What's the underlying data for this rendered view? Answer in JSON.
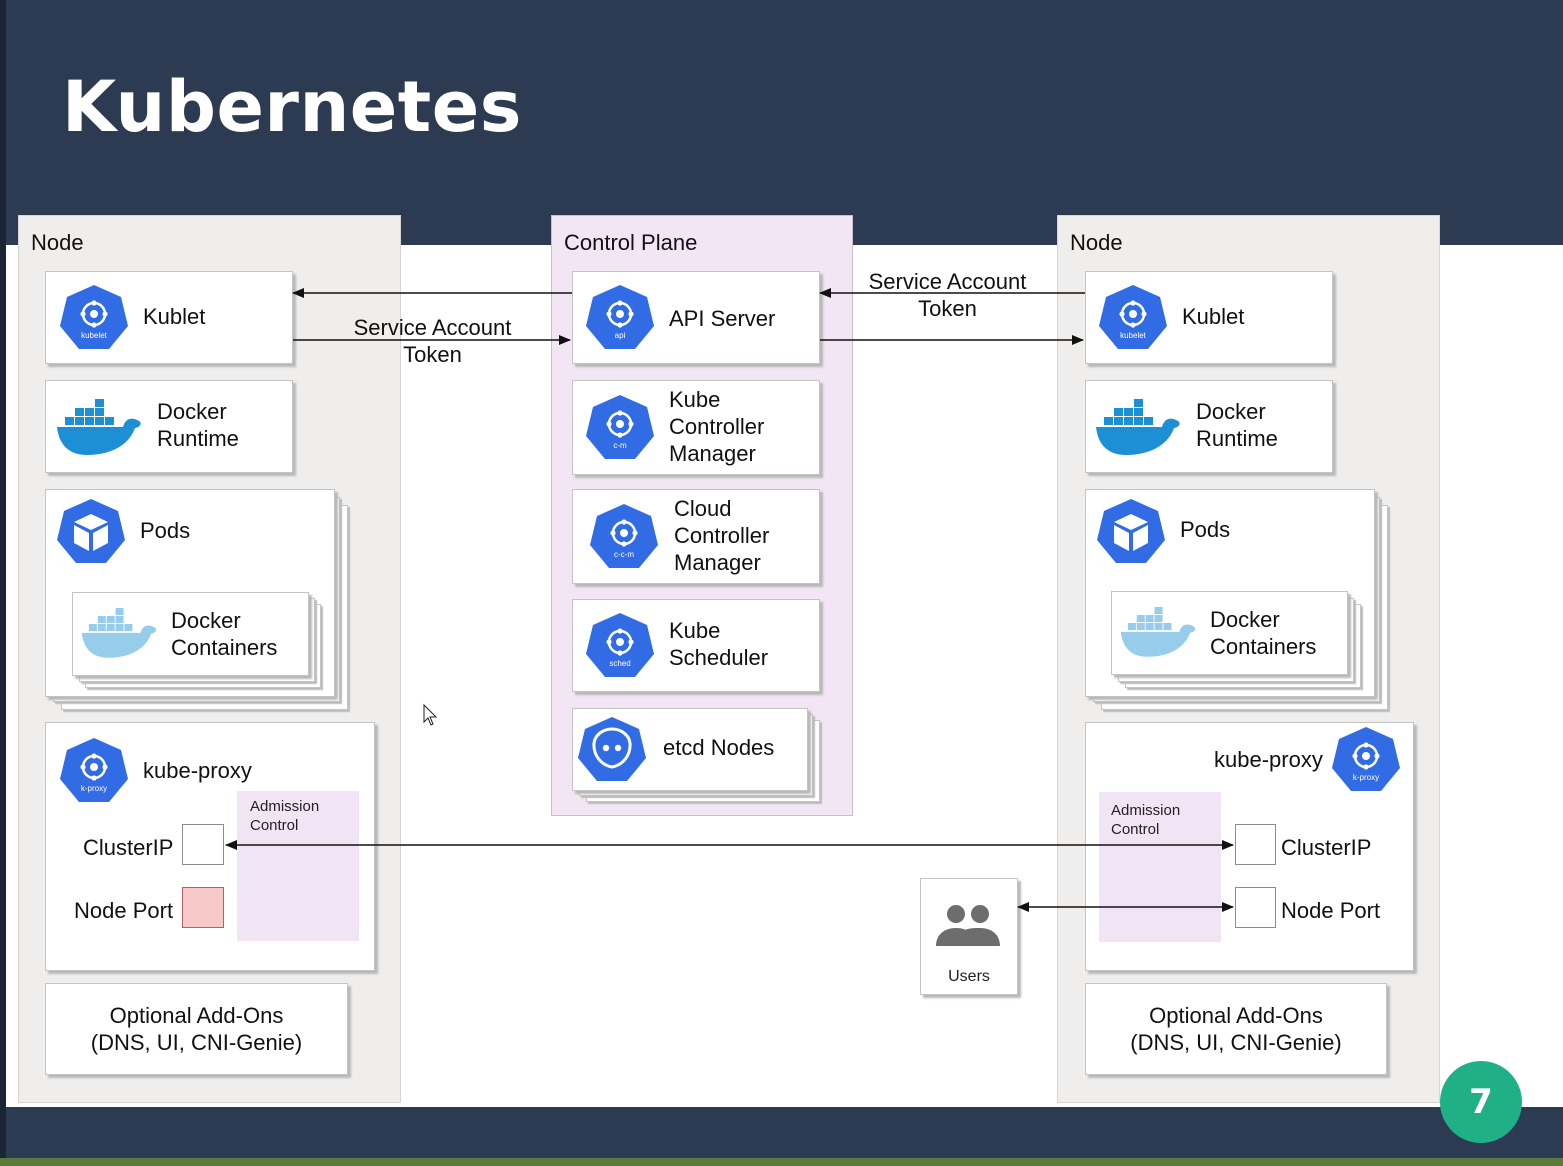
{
  "slide": {
    "title": "Kubernetes",
    "number": "7"
  },
  "colors": {
    "header": "#2d3b52",
    "k8s_blue": "#326ce5",
    "docker_blue": "#1d8fd4",
    "control_plane_bg": "#f3e6f4",
    "node_bg": "#f0eeec",
    "slide_badge": "#1fb088"
  },
  "left_node": {
    "label": "Node",
    "kublet": {
      "label": "Kublet",
      "icon": "kubelet-icon",
      "icon_text": "kubelet"
    },
    "docker_runtime": {
      "line1": "Docker",
      "line2": "Runtime",
      "icon": "docker-whale-icon"
    },
    "pods": {
      "label": "Pods",
      "icon": "pod-cube-icon"
    },
    "docker_containers": {
      "line1": "Docker",
      "line2": "Containers",
      "icon": "docker-whale-faded-icon"
    },
    "kube_proxy": {
      "label": "kube-proxy",
      "icon": "kube-proxy-icon",
      "icon_text": "k-proxy"
    },
    "admission": {
      "line1": "Admission",
      "line2": "Control"
    },
    "cluster_ip": "ClusterIP",
    "node_port": "Node Port",
    "addons": {
      "line1": "Optional Add-Ons",
      "line2": "(DNS, UI, CNI-Genie)"
    }
  },
  "control_plane": {
    "label": "Control Plane",
    "api_server": {
      "label": "API Server",
      "icon": "api-server-icon",
      "icon_text": "api"
    },
    "kcm": {
      "line1": "Kube",
      "line2": "Controller",
      "line3": "Manager",
      "icon": "controller-manager-icon",
      "icon_text": "c-m"
    },
    "ccm": {
      "line1": "Cloud",
      "line2": "Controller",
      "line3": "Manager",
      "icon": "cloud-controller-manager-icon",
      "icon_text": "c-c-m"
    },
    "scheduler": {
      "line1": "Kube",
      "line2": "Scheduler",
      "icon": "scheduler-icon",
      "icon_text": "sched"
    },
    "etcd": {
      "label": "etcd Nodes",
      "icon": "etcd-icon"
    }
  },
  "right_node": {
    "label": "Node",
    "kublet": {
      "label": "Kublet",
      "icon": "kubelet-icon",
      "icon_text": "kubelet"
    },
    "docker_runtime": {
      "line1": "Docker",
      "line2": "Runtime",
      "icon": "docker-whale-icon"
    },
    "pods": {
      "label": "Pods",
      "icon": "pod-cube-icon"
    },
    "docker_containers": {
      "line1": "Docker",
      "line2": "Containers",
      "icon": "docker-whale-faded-icon"
    },
    "kube_proxy": {
      "label": "kube-proxy",
      "icon": "kube-proxy-icon",
      "icon_text": "k-proxy"
    },
    "admission": {
      "line1": "Admission",
      "line2": "Control"
    },
    "cluster_ip": "ClusterIP",
    "node_port": "Node Port",
    "addons": {
      "line1": "Optional Add-Ons",
      "line2": "(DNS, UI, CNI-Genie)"
    }
  },
  "users": {
    "label": "Users",
    "icon": "users-group-icon"
  },
  "edges": {
    "left_token": {
      "line1": "Service Account",
      "line2": "Token"
    },
    "right_token": {
      "line1": "Service Account",
      "line2": "Token"
    }
  }
}
